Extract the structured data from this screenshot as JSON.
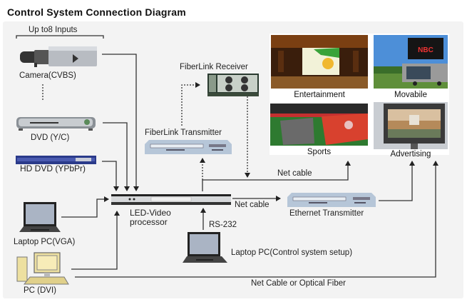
{
  "title": "Control System Connection Diagram",
  "inputs_bracket_label": "Up to8 Inputs",
  "devices": {
    "camera": "Camera(CVBS)",
    "dvd": "DVD  (Y/C)",
    "hd_dvd": "HD DVD (YPbPr)",
    "laptop_vga": "Laptop PC(VGA)",
    "pc_dvi": "PC (DVI)",
    "processor_line1": "LED-Video",
    "processor_line2": "processor",
    "fiber_receiver": "FiberLink Receiver",
    "fiber_transmitter": "FiberLink Transmitter",
    "ethernet_transmitter": "Ethernet Transmitter",
    "laptop_control": "Laptop PC(Control system setup)"
  },
  "connections": {
    "net_cable_upper": "Net cable",
    "net_cable_lower": "Net cable",
    "rs232": "RS-232",
    "net_or_fiber": "Net Cable or Optical  Fiber"
  },
  "applications": [
    {
      "label": "Entertainment"
    },
    {
      "label": "Movabile"
    },
    {
      "label": "Sports"
    },
    {
      "label": "Advertising"
    }
  ]
}
